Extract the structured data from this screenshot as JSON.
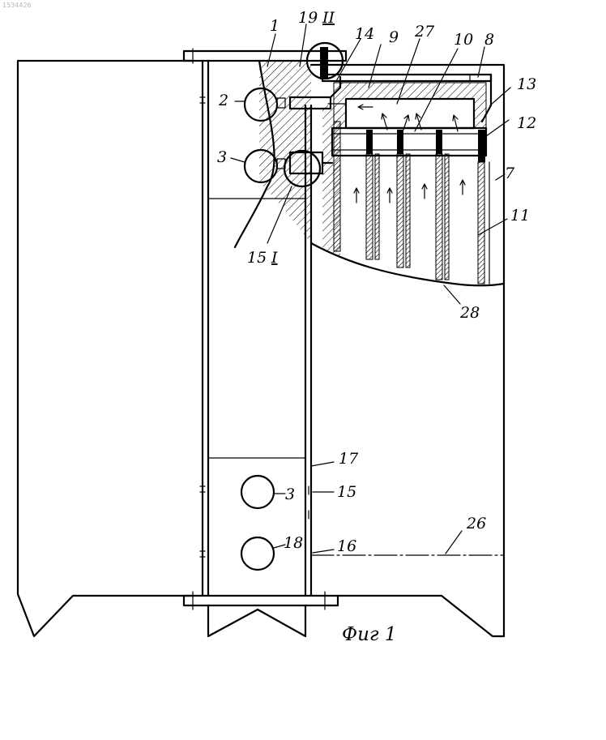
{
  "watermark": "1534426",
  "caption": "Фиг 1",
  "labels": [
    {
      "id": "1",
      "text": "1"
    },
    {
      "id": "19",
      "text": "19"
    },
    {
      "id": "II",
      "text": "II"
    },
    {
      "id": "14",
      "text": "14"
    },
    {
      "id": "9",
      "text": "9"
    },
    {
      "id": "27",
      "text": "27"
    },
    {
      "id": "10",
      "text": "10"
    },
    {
      "id": "8",
      "text": "8"
    },
    {
      "id": "13",
      "text": "13"
    },
    {
      "id": "2",
      "text": "2"
    },
    {
      "id": "12",
      "text": "12"
    },
    {
      "id": "3a",
      "text": "3"
    },
    {
      "id": "7",
      "text": "7"
    },
    {
      "id": "11",
      "text": "11"
    },
    {
      "id": "15a",
      "text": "15"
    },
    {
      "id": "I",
      "text": "I"
    },
    {
      "id": "28",
      "text": "28"
    },
    {
      "id": "17",
      "text": "17"
    },
    {
      "id": "3b",
      "text": "3"
    },
    {
      "id": "15b",
      "text": "15"
    },
    {
      "id": "26",
      "text": "26"
    },
    {
      "id": "18",
      "text": "18"
    },
    {
      "id": "16",
      "text": "16"
    }
  ]
}
